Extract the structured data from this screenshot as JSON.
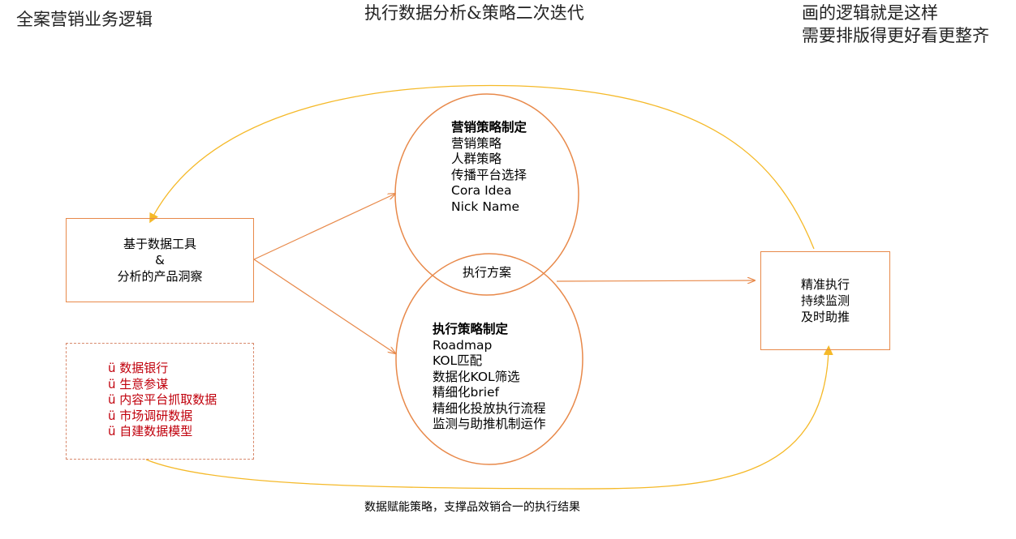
{
  "headers": {
    "left_title": "全案营销业务逻辑",
    "center_title": "执行数据分析&策略二次迭代",
    "note_line1": "画的逻辑就是这样",
    "note_line2": "需要排版得更好看更整齐"
  },
  "left_box": {
    "line1": "基于数据工具",
    "line2": "&",
    "line3": "分析的产品洞察"
  },
  "data_sources": {
    "bullet": "ü",
    "items": [
      "数据银行",
      "生意参谋",
      "内容平台抓取数据",
      "市场调研数据",
      "自建数据模型"
    ]
  },
  "marketing_circle": {
    "title": "营销策略制定",
    "items": [
      "营销策略",
      "人群策略",
      "传播平台选择",
      "Cora Idea",
      "Nick Name"
    ]
  },
  "overlap_label": "执行方案",
  "execution_circle": {
    "title": "执行策略制定",
    "items": [
      "Roadmap",
      "KOL匹配",
      "数据化KOL筛选",
      "精细化brief",
      "精细化投放执行流程",
      "监测与助推机制运作"
    ]
  },
  "right_box": {
    "line1": "精准执行",
    "line2": "持续监测",
    "line3": "及时助推"
  },
  "bottom_caption": "数据赋能策略，支撑品效销合一的执行结果",
  "colors": {
    "orange_line": "#E8894A",
    "yellow_line": "#F5B928",
    "red_text": "#C0000C",
    "dashed_border": "#D8896C"
  }
}
